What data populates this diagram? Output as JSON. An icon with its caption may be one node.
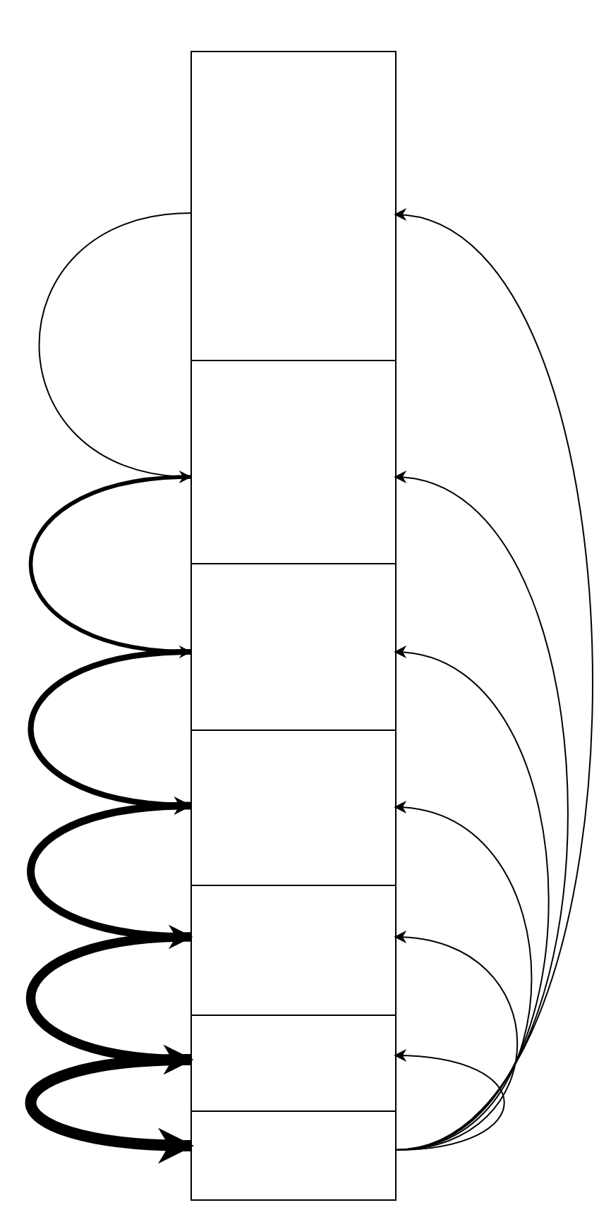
{
  "diagram": {
    "nodes": [
      {
        "text": [],
        "shape": "box"
      },
      {
        "text": [],
        "shape": "box"
      },
      {
        "text": [],
        "shape": "box"
      },
      {
        "text": [],
        "shape": "box"
      },
      {
        "text": [],
        "shape": "box"
      },
      {
        "text": [],
        "shape": "box"
      },
      {
        "text": [],
        "shape": "box"
      }
    ],
    "edges": [
      {
        "from": 0,
        "to": 1,
        "arrow": "to"
      },
      {
        "from": 1,
        "to": 2,
        "arrow": "to",
        "style": "thick"
      },
      {
        "from": 2,
        "to": 3,
        "arrow": "to",
        "style": "thick"
      },
      {
        "from": 3,
        "to": 4,
        "arrow": "to",
        "style": "thick"
      },
      {
        "from": 4,
        "to": 5,
        "arrow": "to",
        "style": "thick"
      },
      {
        "from": 5,
        "to": 6,
        "arrow": "to",
        "style": "thick"
      },
      {
        "from": 6,
        "to": 5,
        "arrow": "to"
      },
      {
        "from": 6,
        "to": 4,
        "arrow": "to"
      },
      {
        "from": 6,
        "to": 3,
        "arrow": "to"
      },
      {
        "from": 6,
        "to": 2,
        "arrow": "to"
      },
      {
        "from": 6,
        "to": 1,
        "arrow": "to"
      },
      {
        "from": 6,
        "to": 0,
        "arrow": "to"
      }
    ]
  }
}
